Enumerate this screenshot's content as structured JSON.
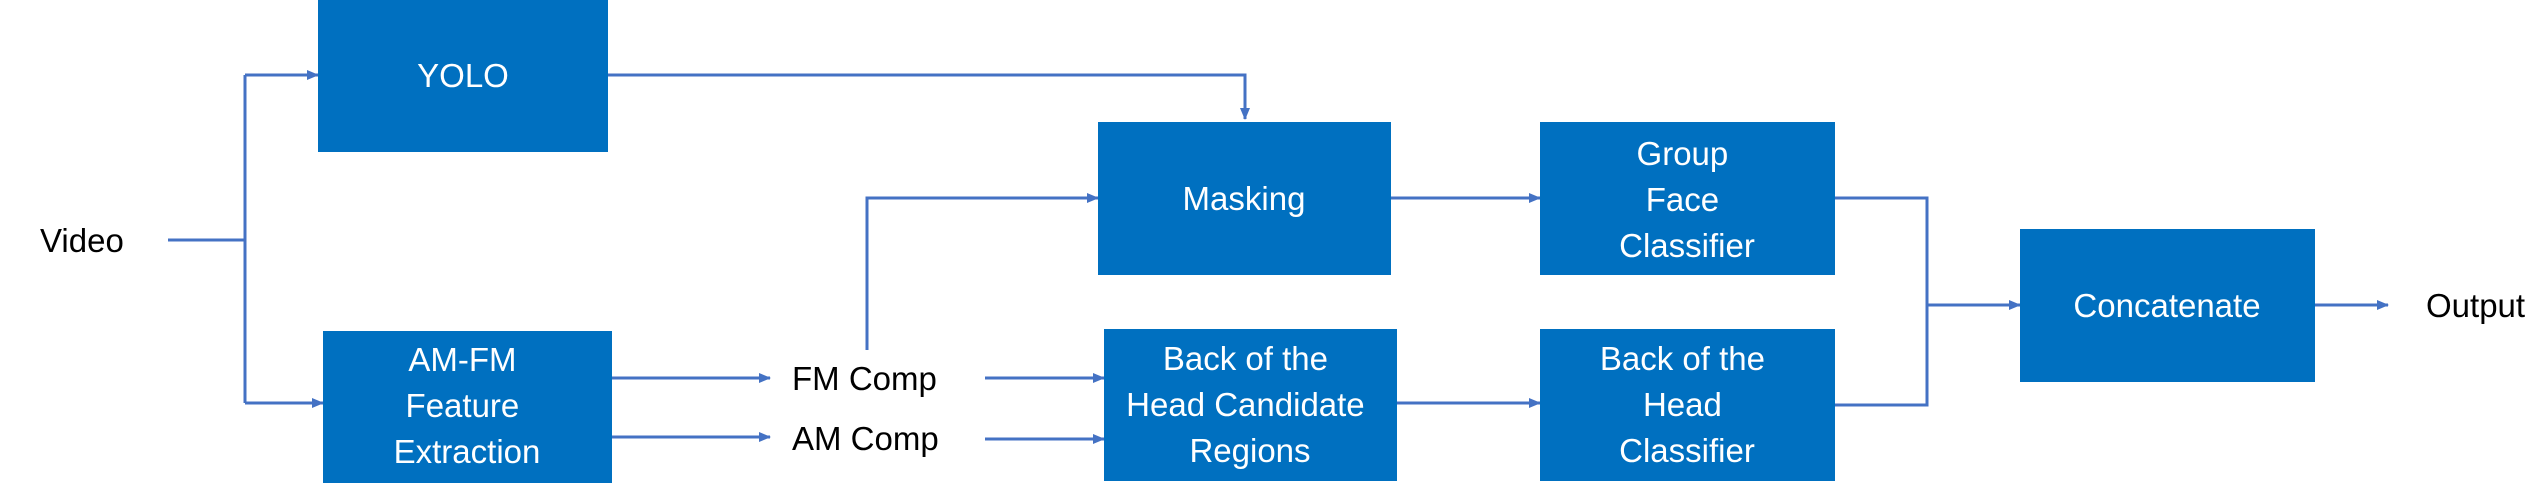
{
  "colors": {
    "box_fill": "#0070C0",
    "box_text": "#FFFFFF",
    "connector": "#4472C4",
    "label_text": "#000000"
  },
  "labels": {
    "video": "Video",
    "fm_comp": "FM Comp",
    "am_comp": "AM Comp",
    "output": "Output"
  },
  "boxes": {
    "yolo": [
      "YOLO"
    ],
    "amfm": [
      "AM-FM",
      "Feature",
      "Extraction"
    ],
    "masking": [
      "Masking"
    ],
    "bhcr": [
      "Back of the",
      "Head  Candidate",
      "Regions"
    ],
    "gfc": [
      "Group",
      "Face",
      "Classifier"
    ],
    "bhc": [
      "Back of the",
      "Head",
      "Classifier"
    ],
    "concat": [
      "Concatenate"
    ]
  }
}
